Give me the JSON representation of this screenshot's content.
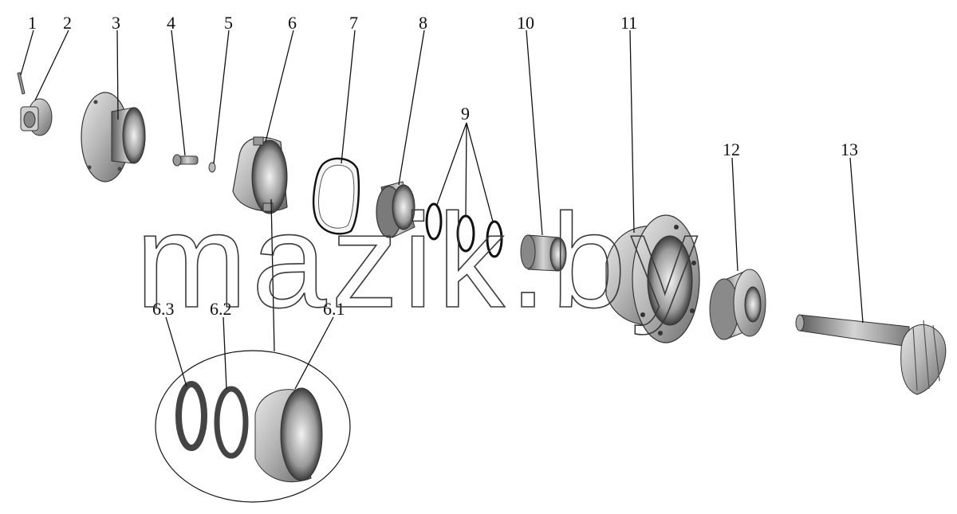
{
  "diagram": {
    "labels": {
      "p1": "1",
      "p2": "2",
      "p3": "3",
      "p4": "4",
      "p5": "5",
      "p6": "6",
      "p7": "7",
      "p8": "8",
      "p9": "9",
      "p10": "10",
      "p11": "11",
      "p12": "12",
      "p13": "13",
      "p6_3": "6.3",
      "p6_2": "6.2",
      "p6_1": "6.1"
    },
    "watermark": "mazik.by"
  }
}
